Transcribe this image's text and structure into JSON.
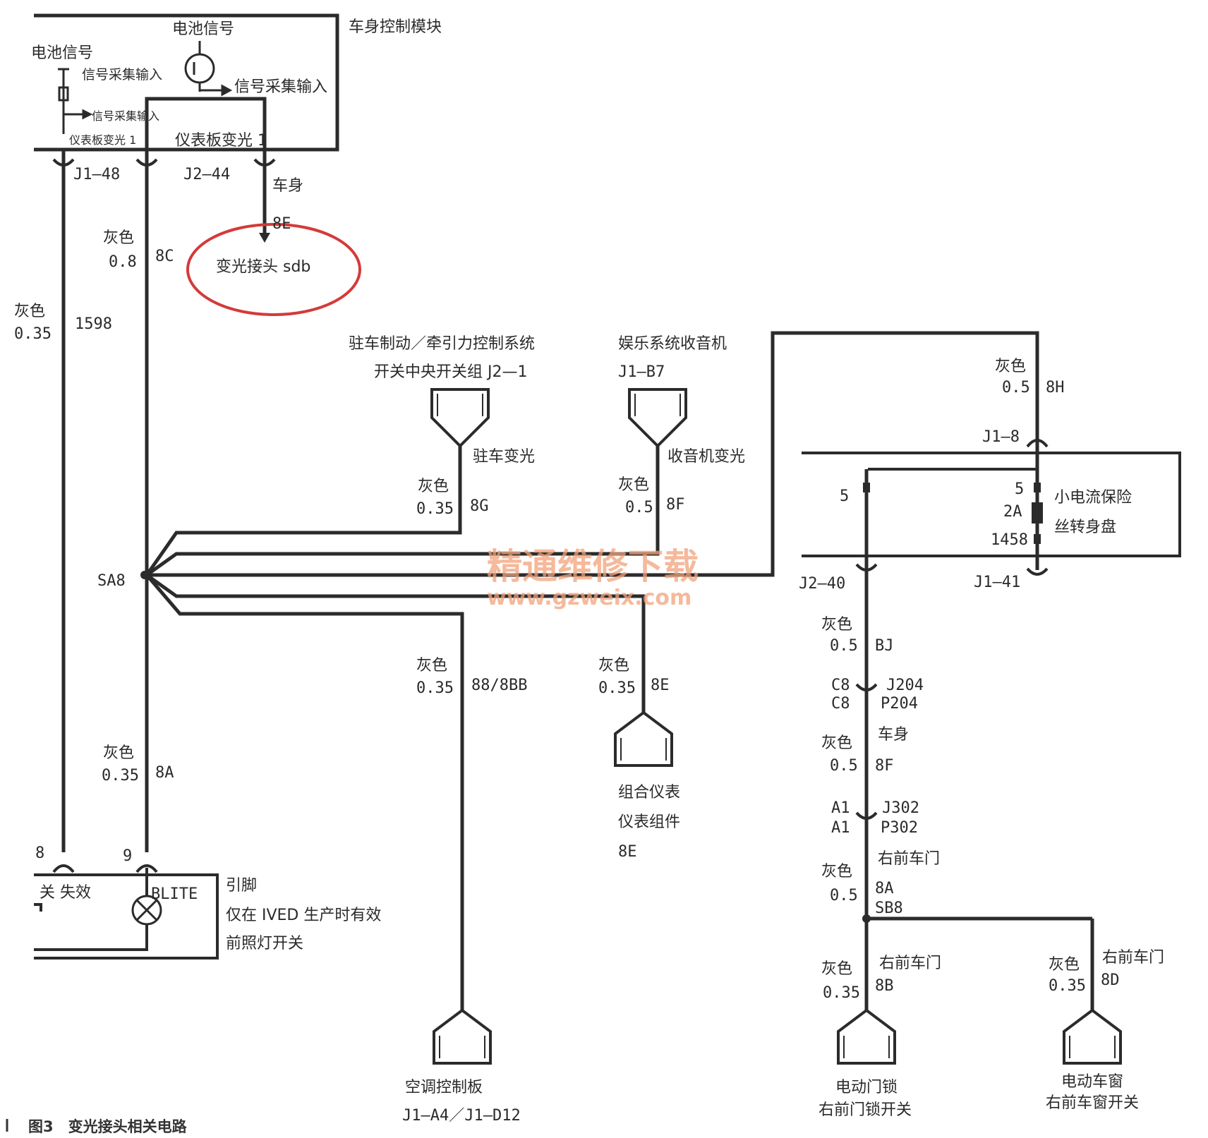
{
  "labels": {
    "bcm_title": "车身控制模块",
    "battery_signal_top": "电池信号",
    "battery_signal_left": "电池信号",
    "signal_input_small1": "信号采集输入",
    "signal_input_big": "信号采集输入",
    "signal_input_small2": "信号采集输入",
    "panel_dim_small": "仪表板变光 1",
    "panel_dim_big": "仪表板变光 1",
    "j1_48": "J1—48",
    "j2_44": "J2—44",
    "body_1": "车身",
    "w8e_top": "8E",
    "sdb": "变光接头 sdb",
    "gray_08": "灰色",
    "v08": "0.8",
    "c8c": "8C",
    "gray_035_left": "灰色",
    "v035_left": "0.35",
    "c1598": "1598",
    "park_title1": "驻车制动／牵引力控制系统",
    "park_title2": "开关中央开关组 J2—1",
    "park_dim": "驻车变光",
    "gray_8g": "灰色",
    "v_8g": "0.35",
    "c_8g": "8G",
    "radio_title": "娱乐系统收音机",
    "radio_j": "J1—B7",
    "radio_dim": "收音机变光",
    "gray_8f": "灰色",
    "v_8f": "0.5",
    "c_8f": "8F",
    "gray_8h": "灰色",
    "v_8h": "0.5",
    "c_8h": "8H",
    "j1_8": "J1—8",
    "n5_left": "5",
    "n5_right": "5",
    "n2a": "2A",
    "n1458": "1458",
    "fuse_label1": "小电流保险",
    "fuse_label2": "丝转身盘",
    "j2_40": "J2—40",
    "j1_41": "J1—41",
    "sa8": "SA8",
    "gray_bj": "灰色",
    "v_bj": "0.5",
    "c_bj": "BJ",
    "c8a": "C8",
    "c8b": "C8",
    "j204": "J204",
    "p204": "P204",
    "gray_8f2": "灰色",
    "v_8f2": "0.5",
    "c_8f2": "8F",
    "body_2": "车身",
    "a1a": "A1",
    "a1b": "A1",
    "j302": "J302",
    "p302": "P302",
    "rfd_1": "右前车门",
    "gray_8a2": "灰色",
    "v_8a2": "0.5",
    "c_8a2": "8A",
    "sb8": "SB8",
    "gray_88": "灰色",
    "v_88": "0.35",
    "c_88": "88/8BB",
    "gray_8e": "灰色",
    "v_8e": "0.35",
    "c_8e": "8E",
    "cluster1": "组合仪表",
    "cluster2": "仪表组件",
    "cluster3": "8E",
    "gray_8a": "灰色",
    "v_8a": "0.35",
    "c_8a": "8A",
    "pin8": "8",
    "pin9": "9",
    "blite": "BLITE",
    "fail": "关 失效",
    "pin_label": "引脚",
    "ived": "仅在 IVED 生产时有效",
    "headlamp": "前照灯开关",
    "ac1": "空调控制板",
    "ac2": "J1—A4／J1—D12",
    "gray_8b": "灰色",
    "v_8b": "0.35",
    "c_8b": "8B",
    "rfd_2": "右前车门",
    "doorlock1": "电动门锁",
    "doorlock2": "右前门锁开关",
    "gray_8d": "灰色",
    "v_8d": "0.35",
    "c_8d": "8D",
    "rfd_3": "右前车门",
    "window1": "电动车窗",
    "window2": "右前车窗开关",
    "watermark1": "精通维修下载",
    "watermark2": "www.gzweix.com",
    "caption": "图3　变光接头相关电路"
  },
  "colors": {
    "wire": "#2b2b2b",
    "highlight": "#d43a3a",
    "watermark": "#f2a27a"
  }
}
